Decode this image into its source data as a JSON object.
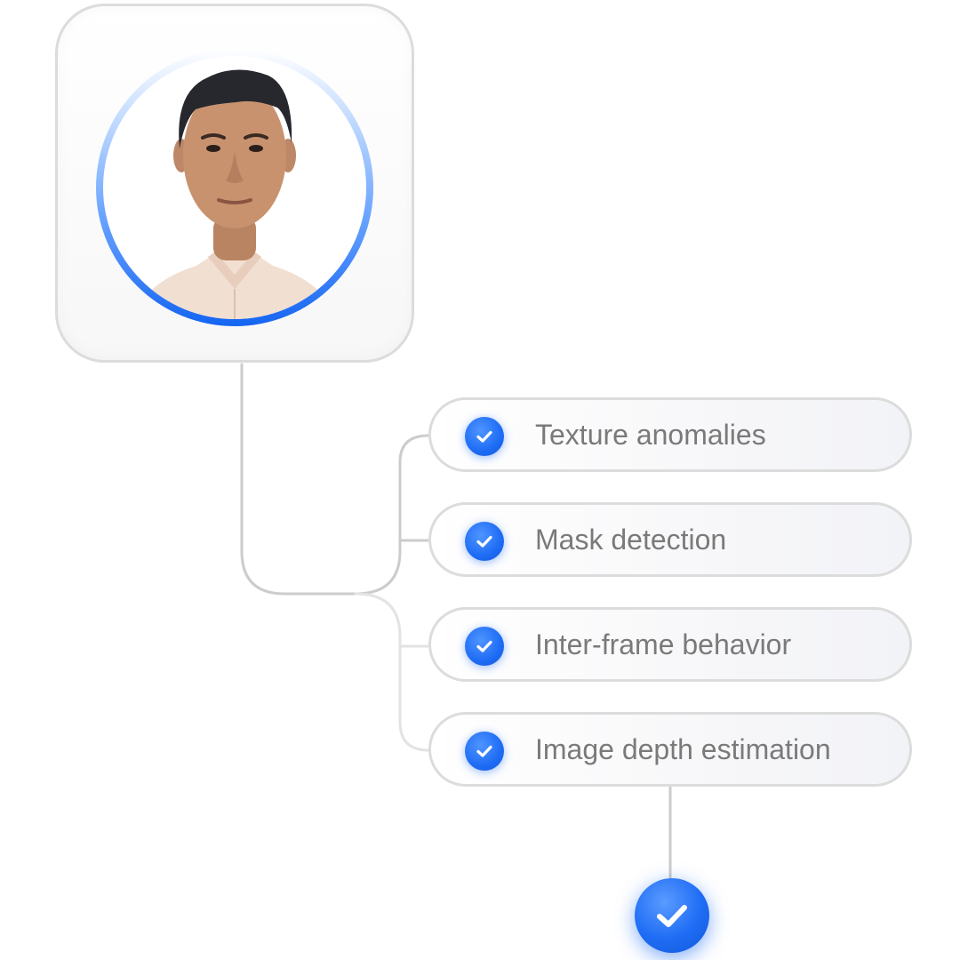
{
  "colors": {
    "accent": "#1e6cf5",
    "connector": "#cccccc",
    "label": "#7a7a7a",
    "card_border": "#dcdcdc"
  },
  "photo": {
    "icon": "person-portrait"
  },
  "checks": [
    {
      "label": "Texture anomalies",
      "icon": "check-icon",
      "status": "passed"
    },
    {
      "label": "Mask detection",
      "icon": "check-icon",
      "status": "passed"
    },
    {
      "label": "Inter-frame behavior",
      "icon": "check-icon",
      "status": "passed"
    },
    {
      "label": "Image depth estimation",
      "icon": "check-icon",
      "status": "passed"
    }
  ],
  "result": {
    "icon": "check-icon",
    "status": "verified"
  }
}
